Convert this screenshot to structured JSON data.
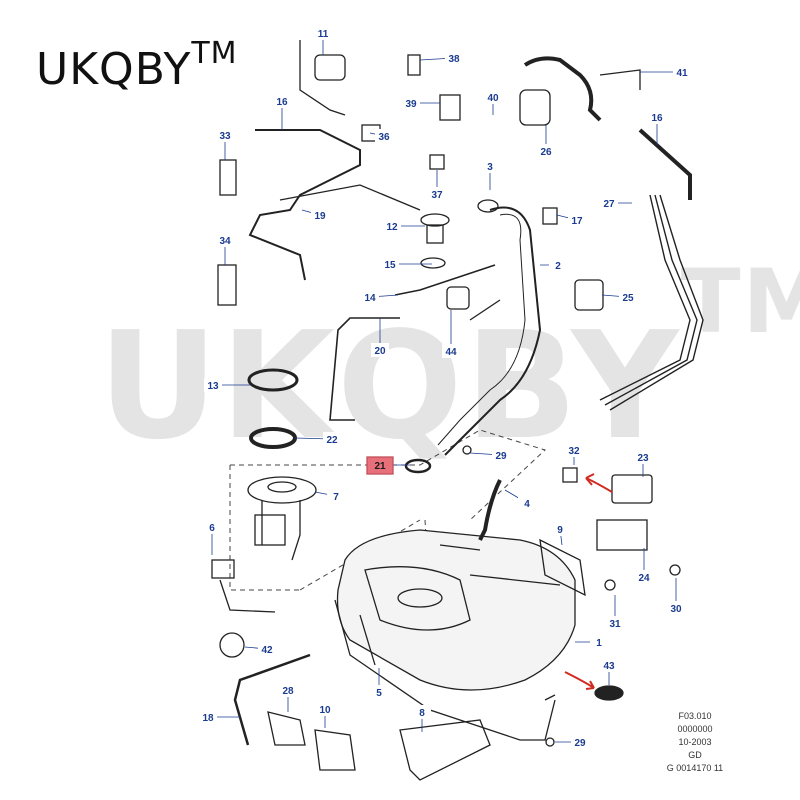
{
  "brand": {
    "name": "UKQBY",
    "tm": "TM"
  },
  "watermark": {
    "name": "UKQBY",
    "tm": "TM"
  },
  "colors": {
    "callout": "#1a3b8f",
    "highlight": "#e8707a",
    "arrow": "#d12a1f",
    "line": "#222222"
  },
  "callouts": [
    {
      "num": "11"
    },
    {
      "num": "38"
    },
    {
      "num": "41"
    },
    {
      "num": "16"
    },
    {
      "num": "39"
    },
    {
      "num": "40"
    },
    {
      "num": "16"
    },
    {
      "num": "33"
    },
    {
      "num": "36"
    },
    {
      "num": "26"
    },
    {
      "num": "37"
    },
    {
      "num": "3"
    },
    {
      "num": "19"
    },
    {
      "num": "27"
    },
    {
      "num": "12"
    },
    {
      "num": "17"
    },
    {
      "num": "34"
    },
    {
      "num": "15"
    },
    {
      "num": "2"
    },
    {
      "num": "25"
    },
    {
      "num": "14"
    },
    {
      "num": "20"
    },
    {
      "num": "44"
    },
    {
      "num": "13"
    },
    {
      "num": "22"
    },
    {
      "num": "21",
      "highlight": true
    },
    {
      "num": "29"
    },
    {
      "num": "32"
    },
    {
      "num": "23"
    },
    {
      "num": "7"
    },
    {
      "num": "4"
    },
    {
      "num": "6"
    },
    {
      "num": "9"
    },
    {
      "num": "24"
    },
    {
      "num": "30"
    },
    {
      "num": "31"
    },
    {
      "num": "1"
    },
    {
      "num": "42"
    },
    {
      "num": "43"
    },
    {
      "num": "5"
    },
    {
      "num": "28"
    },
    {
      "num": "10"
    },
    {
      "num": "8"
    },
    {
      "num": "18"
    },
    {
      "num": "29"
    }
  ],
  "footer": {
    "lines": [
      "F03.010",
      "0000000",
      "10-2003",
      "GD",
      "G 0014170 11"
    ]
  }
}
